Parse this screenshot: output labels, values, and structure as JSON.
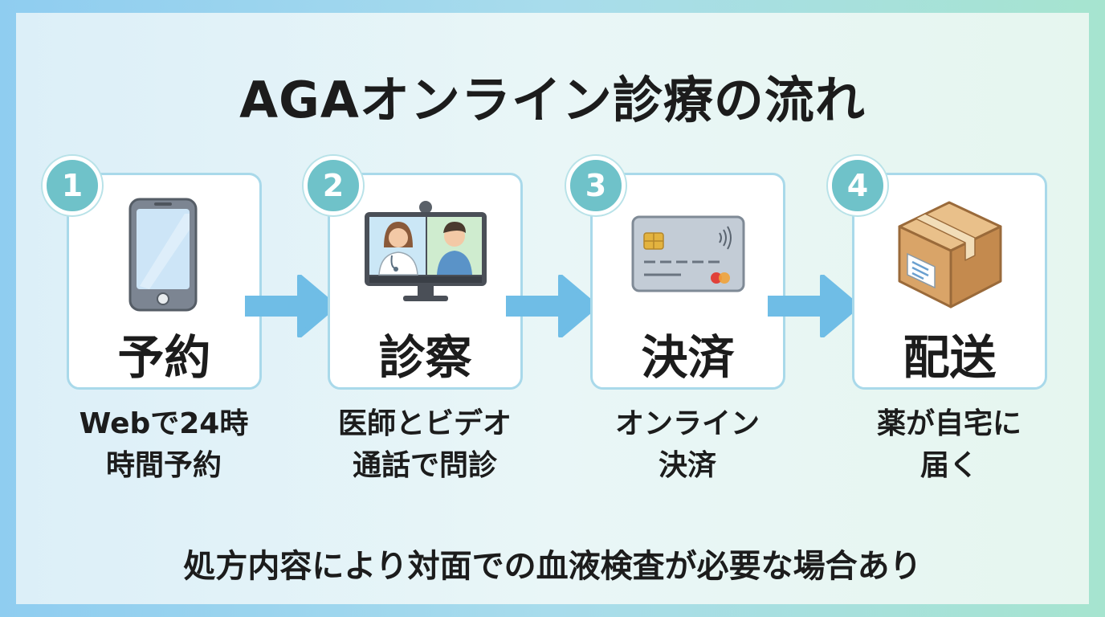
{
  "title": "AGAオンライン診療の流れ",
  "steps": [
    {
      "number": "1",
      "label": "予約",
      "desc_line1": "Webで24時",
      "desc_line2": "時間予約",
      "icon": "smartphone-icon"
    },
    {
      "number": "2",
      "label": "診察",
      "desc_line1": "医師とビデオ",
      "desc_line2": "通話で問診",
      "icon": "video-call-icon"
    },
    {
      "number": "3",
      "label": "決済",
      "desc_line1": "オンライン",
      "desc_line2": "決済",
      "icon": "credit-card-icon"
    },
    {
      "number": "4",
      "label": "配送",
      "desc_line1": "薬が自宅に",
      "desc_line2": "届く",
      "icon": "package-box-icon"
    }
  ],
  "note": "処方内容により対面での血液検査が必要な場合あり",
  "colors": {
    "badge": "#6fc2c9",
    "arrow": "#6fbde6",
    "card_border": "#a9d9ea"
  }
}
